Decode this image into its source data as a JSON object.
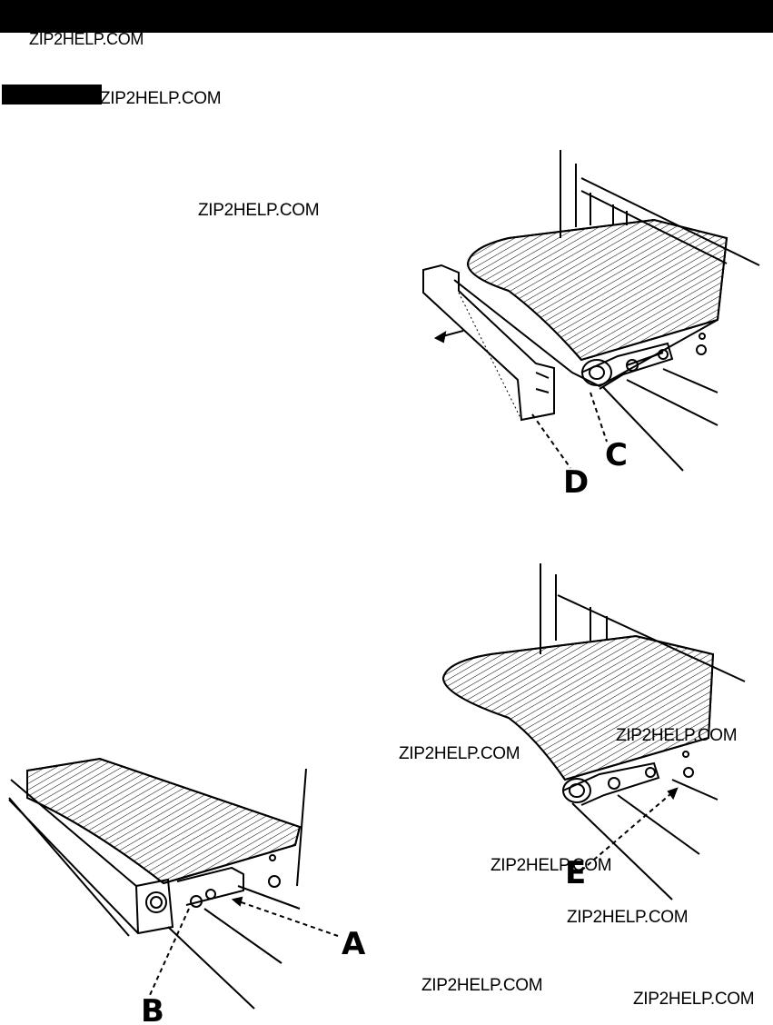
{
  "header": {
    "background": "#000000"
  },
  "watermarks": [
    "ZIP2HELP.COM",
    "ZIP2HELP.COM",
    "ZIP2HELP.COM",
    "ZIP2HELP.COM",
    "ZIP2HELP.COM",
    "ZIP2HELP.COM",
    "ZIP2HELP.COM",
    "ZIP2HELP.COM",
    "ZIP2HELP.COM"
  ],
  "figures": {
    "top": {
      "callouts": [
        "C",
        "D"
      ]
    },
    "bottom_left": {
      "callouts": [
        "A",
        "B"
      ]
    },
    "bottom_right": {
      "callouts": [
        "E"
      ]
    }
  }
}
